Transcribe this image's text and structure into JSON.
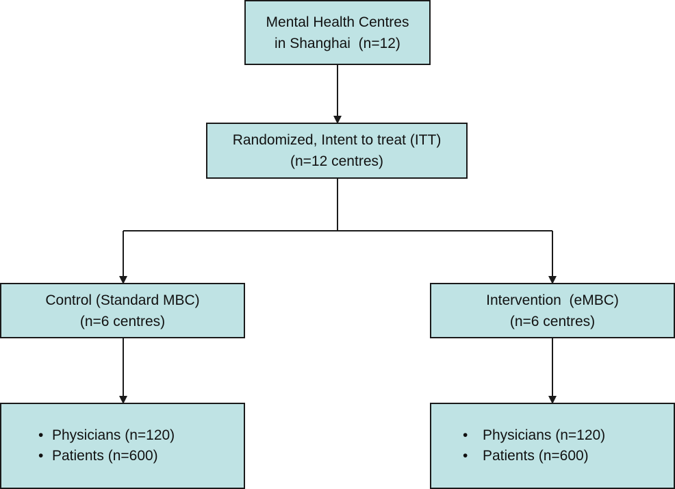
{
  "diagram": {
    "colors": {
      "box_fill": "#bfe3e4",
      "box_border": "#1a1a1a",
      "connector": "#1a1a1a",
      "text": "#111111"
    },
    "nodes": {
      "centres": {
        "line1": "Mental Health Centres",
        "line2": "in Shanghai  (n=12)"
      },
      "randomized": {
        "line1": "Randomized, Intent to treat (ITT)",
        "line2": "(n=12 centres)"
      },
      "control": {
        "line1": "Control (Standard MBC)",
        "line2": "(n=6 centres)"
      },
      "intervention": {
        "line1": "Intervention  (eMBC)",
        "line2": "(n=6 centres)"
      },
      "control_sample": {
        "items": [
          "Physicians (n=120)",
          "Patients (n=600)"
        ]
      },
      "intervention_sample": {
        "items": [
          "Physicians (n=120)",
          "Patients (n=600)"
        ]
      }
    },
    "bullet_glyph": "•",
    "edges": [
      {
        "from": "centres",
        "to": "randomized"
      },
      {
        "from": "randomized",
        "to": "control"
      },
      {
        "from": "randomized",
        "to": "intervention"
      },
      {
        "from": "control",
        "to": "control_sample"
      },
      {
        "from": "intervention",
        "to": "intervention_sample"
      }
    ]
  }
}
